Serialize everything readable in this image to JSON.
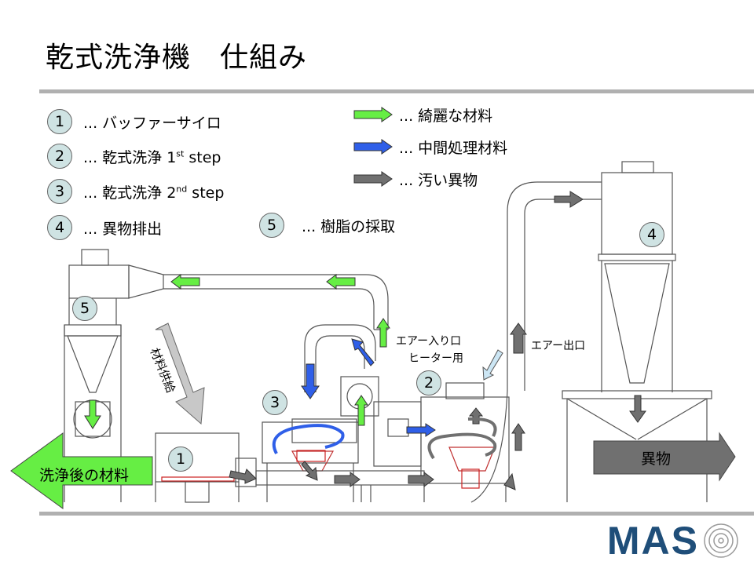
{
  "title": "乾式洗浄機　仕組み",
  "legend": [
    {
      "num": "1",
      "text": "... バッファーサイロ",
      "sup": "",
      "tail": ""
    },
    {
      "num": "2",
      "text": "... 乾式洗浄 1",
      "sup": "st",
      "tail": " step"
    },
    {
      "num": "3",
      "text": "... 乾式洗浄 2",
      "sup": "nd",
      "tail": " step"
    },
    {
      "num": "4",
      "text": "... 異物排出",
      "sup": "",
      "tail": ""
    },
    {
      "num": "5",
      "text": "... 樹脂の採取",
      "sup": "",
      "tail": ""
    }
  ],
  "arrow_legend": [
    {
      "text": "... 綺麗な材料",
      "color": "#66ee44"
    },
    {
      "text": "... 中間処理材料",
      "color": "#2f5fe8"
    },
    {
      "text": "... 汚い異物",
      "color": "#707070"
    }
  ],
  "diagram_labels": {
    "air_in": "エアー入り口",
    "heater": "ヒーター用",
    "air_out": "エアー出口",
    "material_feed": "材料供給",
    "clean_output": "洗浄後の材料",
    "foreign_output": "異物"
  },
  "markers": {
    "m1": "1",
    "m2": "2",
    "m3": "3",
    "m4": "4",
    "m5": "5"
  },
  "logo": "MAS",
  "colors": {
    "green": "#66ee44",
    "blue": "#2f5fe8",
    "grey": "#707070",
    "rule": "#b0b0b0",
    "logo": "#1f4e79"
  }
}
